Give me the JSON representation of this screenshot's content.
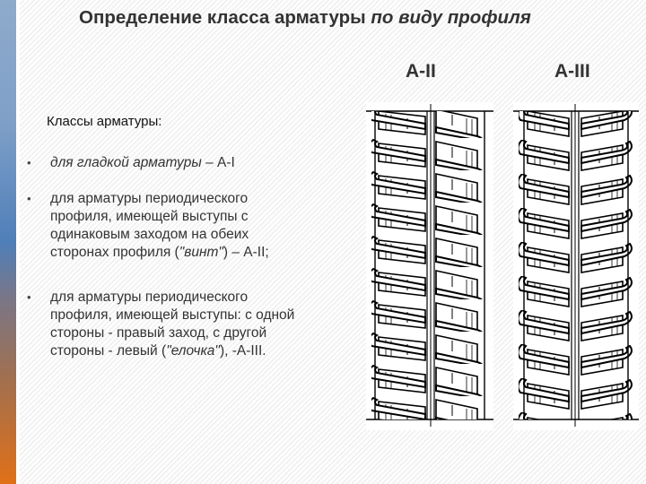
{
  "slide": {
    "title_regular": "Определение класса арматуры ",
    "title_italic": "по виду профиля",
    "accent_gradient_top": "#8faacb",
    "accent_gradient_mid": "#4f7fb8",
    "accent_gradient_bottom": "#e07018"
  },
  "figures": [
    {
      "label": "A-II",
      "pattern": "screw"
    },
    {
      "label": "A-III",
      "pattern": "herringbone"
    }
  ],
  "content": {
    "heading": "Классы арматуры:",
    "bullets": [
      {
        "italic_part": "для гладкой арматуры",
        "regular_part": " – A-I"
      },
      {
        "line1": "для арматуры периодического",
        "line2": "профиля, имеющей выступы с",
        "line3": "одинаковым заходом на обеих",
        "line4_pre": "сторонах профиля (",
        "line4_italic": "\"винт\"",
        "line4_post": ") – A-II;"
      },
      {
        "line1": "для арматуры периодического",
        "line2": "профиля, имеющей выступы: с одной",
        "line3": "стороны - правый заход, с другой",
        "line4_pre": "стороны - левый (",
        "line4_italic": "\"елочка\"",
        "line4_post": "), -A-III."
      }
    ],
    "bullet_symbol": "•"
  }
}
